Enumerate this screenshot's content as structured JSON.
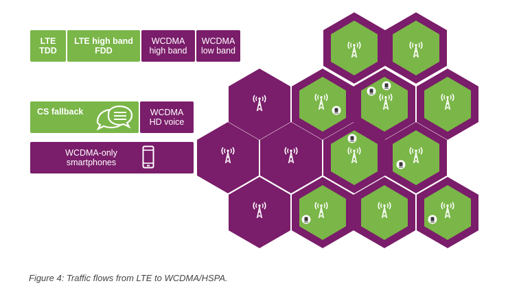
{
  "colors": {
    "green": "#7ab648",
    "purple": "#7a1d6a",
    "purple_dark": "#7a1d6a",
    "white": "#ffffff"
  },
  "legend": {
    "lte_tdd": [
      "LTE",
      "TDD"
    ],
    "lte_high_band_fdd": [
      "LTE high band",
      "FDD"
    ],
    "wcdma_high_band": [
      "WCDMA",
      "high band"
    ],
    "wcdma_low_band": [
      "WCDMA",
      "low band"
    ],
    "cs_fallback": "CS fallback",
    "wcdma_hd_voice": [
      "WCDMA",
      "HD voice"
    ],
    "wcdma_only_smartphones": [
      "WCDMA-only",
      "smartphones"
    ]
  },
  "icons": {
    "tower": "radio-tower-icon",
    "device": "device-badge-icon",
    "chat": "chat-bubbles-icon",
    "phone": "smartphone-icon"
  },
  "caption": "Figure 4: Traffic flows from LTE to WCDMA/HSPA."
}
